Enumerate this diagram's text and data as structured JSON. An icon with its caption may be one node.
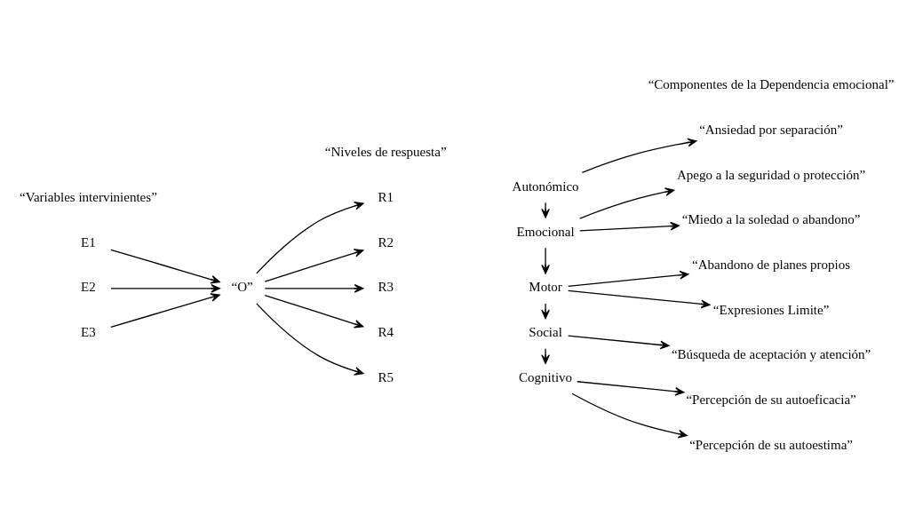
{
  "diagram": {
    "nodes": [
      {
        "text": [
          "E1"
        ]
      },
      {
        "text": [
          "E2"
        ]
      },
      {
        "text": [
          "E3"
        ]
      },
      {
        "text": [
          "“O”"
        ]
      },
      {
        "text": [
          "R1"
        ]
      },
      {
        "text": [
          "R2"
        ]
      },
      {
        "text": [
          "R3"
        ]
      },
      {
        "text": [
          "R4"
        ]
      },
      {
        "text": [
          "R5"
        ]
      },
      {
        "text": [
          "Autonómico"
        ]
      },
      {
        "text": [
          "Emocional"
        ]
      },
      {
        "text": [
          "Motor"
        ]
      },
      {
        "text": [
          "Social"
        ]
      },
      {
        "text": [
          "Cognitivo"
        ]
      },
      {
        "text": [
          "“Ansiedad por separación”"
        ]
      },
      {
        "text": [
          "“Miedo a la soledad o abandono”"
        ]
      },
      {
        "text": [
          "Apego a la seguridad o protección”"
        ]
      },
      {
        "text": [
          "“Expresiones Limite”"
        ]
      },
      {
        "text": [
          "“Abandono de planes propios"
        ]
      },
      {
        "text": [
          "“Búsqueda de aceptación y atención”"
        ]
      },
      {
        "text": [
          "“Percepción de su autoestima”"
        ]
      },
      {
        "text": [
          "“Percepción de su autoeficacia”"
        ]
      }
    ],
    "edges": [
      {
        "from": 0,
        "to": 3,
        "arrow": "to"
      },
      {
        "from": 1,
        "to": 3,
        "arrow": "to"
      },
      {
        "from": 2,
        "to": 3,
        "arrow": "to"
      },
      {
        "from": 3,
        "to": 4,
        "arrow": "to"
      },
      {
        "from": 3,
        "to": 5,
        "arrow": "to"
      },
      {
        "from": 3,
        "to": 6,
        "arrow": "to"
      },
      {
        "from": 3,
        "to": 7,
        "arrow": "to"
      },
      {
        "from": 3,
        "to": 8,
        "arrow": "to"
      },
      {
        "from": 9,
        "to": 14,
        "arrow": "to"
      },
      {
        "from": 9,
        "to": 10,
        "arrow": "to"
      },
      {
        "from": 10,
        "to": 15,
        "arrow": "to"
      },
      {
        "from": 10,
        "to": 16,
        "arrow": "to"
      },
      {
        "from": 10,
        "to": 11,
        "arrow": "to"
      },
      {
        "from": 11,
        "to": 17,
        "arrow": "to"
      },
      {
        "from": 11,
        "to": 18,
        "arrow": "to"
      },
      {
        "from": 11,
        "to": 12,
        "arrow": "to"
      },
      {
        "from": 12,
        "to": 19,
        "arrow": "to"
      },
      {
        "from": 12,
        "to": 13,
        "arrow": "to"
      },
      {
        "from": 13,
        "to": 20,
        "arrow": "to"
      },
      {
        "from": 13,
        "to": 21,
        "arrow": "to"
      }
    ],
    "labels": [
      "“Variables intervinientes”",
      "“Niveles de respuesta”",
      "“Componentes de la Dependencia emocional”"
    ]
  }
}
